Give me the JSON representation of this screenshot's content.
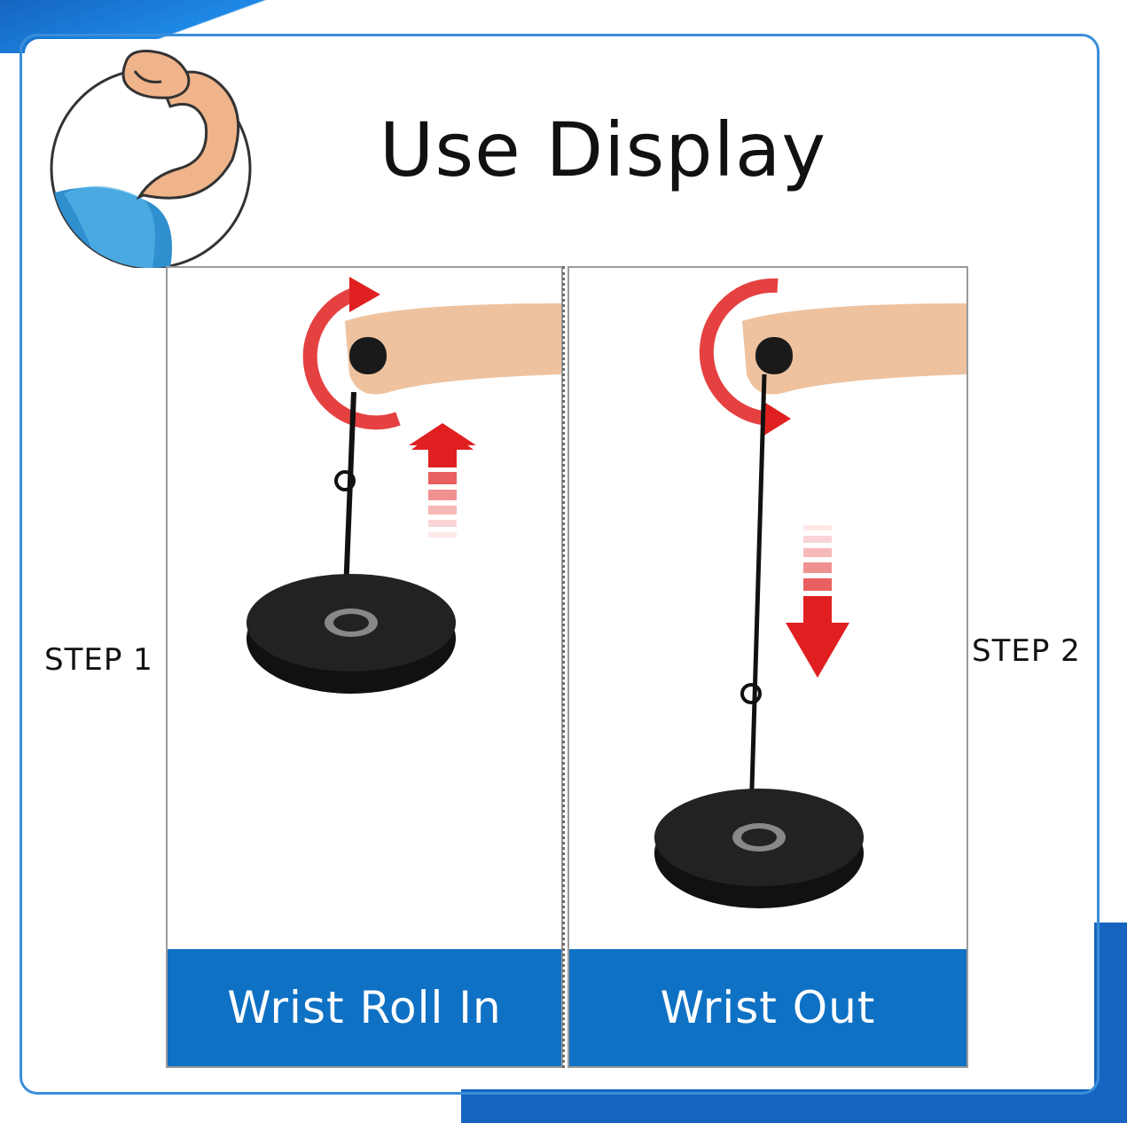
{
  "title": "Use Display",
  "steps": [
    {
      "label": "STEP 1",
      "caption": "Wrist Roll In"
    },
    {
      "label": "STEP 2",
      "caption": "Wrist Out"
    }
  ],
  "colors": {
    "frame_blue": "#3a8fd9",
    "caption_blue": "#0f71c4",
    "arrow_red": "#e02020",
    "skin": "#f0b48a"
  },
  "icons": [
    "flexed-arm-logo",
    "rotation-arrow-icon",
    "up-arrow-icon",
    "down-arrow-icon",
    "weight-plate-image"
  ]
}
